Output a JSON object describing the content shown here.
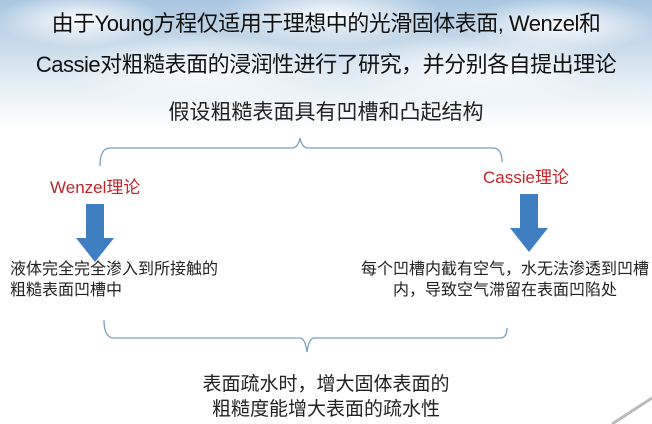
{
  "header": {
    "line1": "由于Young方程仅适用于理想中的光滑固体表面, Wenzel和",
    "line2": "Cassie对粗糙表面的浸润性进行了研究，并分别各自提出理论"
  },
  "premise": "假设粗糙表面具有凹槽和凸起结构",
  "branches": [
    {
      "label": "Wenzel理论",
      "description": "液体完全完全渗入到所接触的粗糙表面凹槽中"
    },
    {
      "label": "Cassie理论",
      "description": "每个凹槽内截有空气，水无法渗透到凹槽内，导致空气滞留在表面凹陷处"
    }
  ],
  "conclusion": {
    "line1": "表面疏水时，增大固体表面的",
    "line2": "粗糙度能增大表面的疏水性"
  },
  "colors": {
    "label_red": "#c0252b",
    "arrow_blue": "#3f7fc1",
    "bracket": "#7aa0c0"
  }
}
